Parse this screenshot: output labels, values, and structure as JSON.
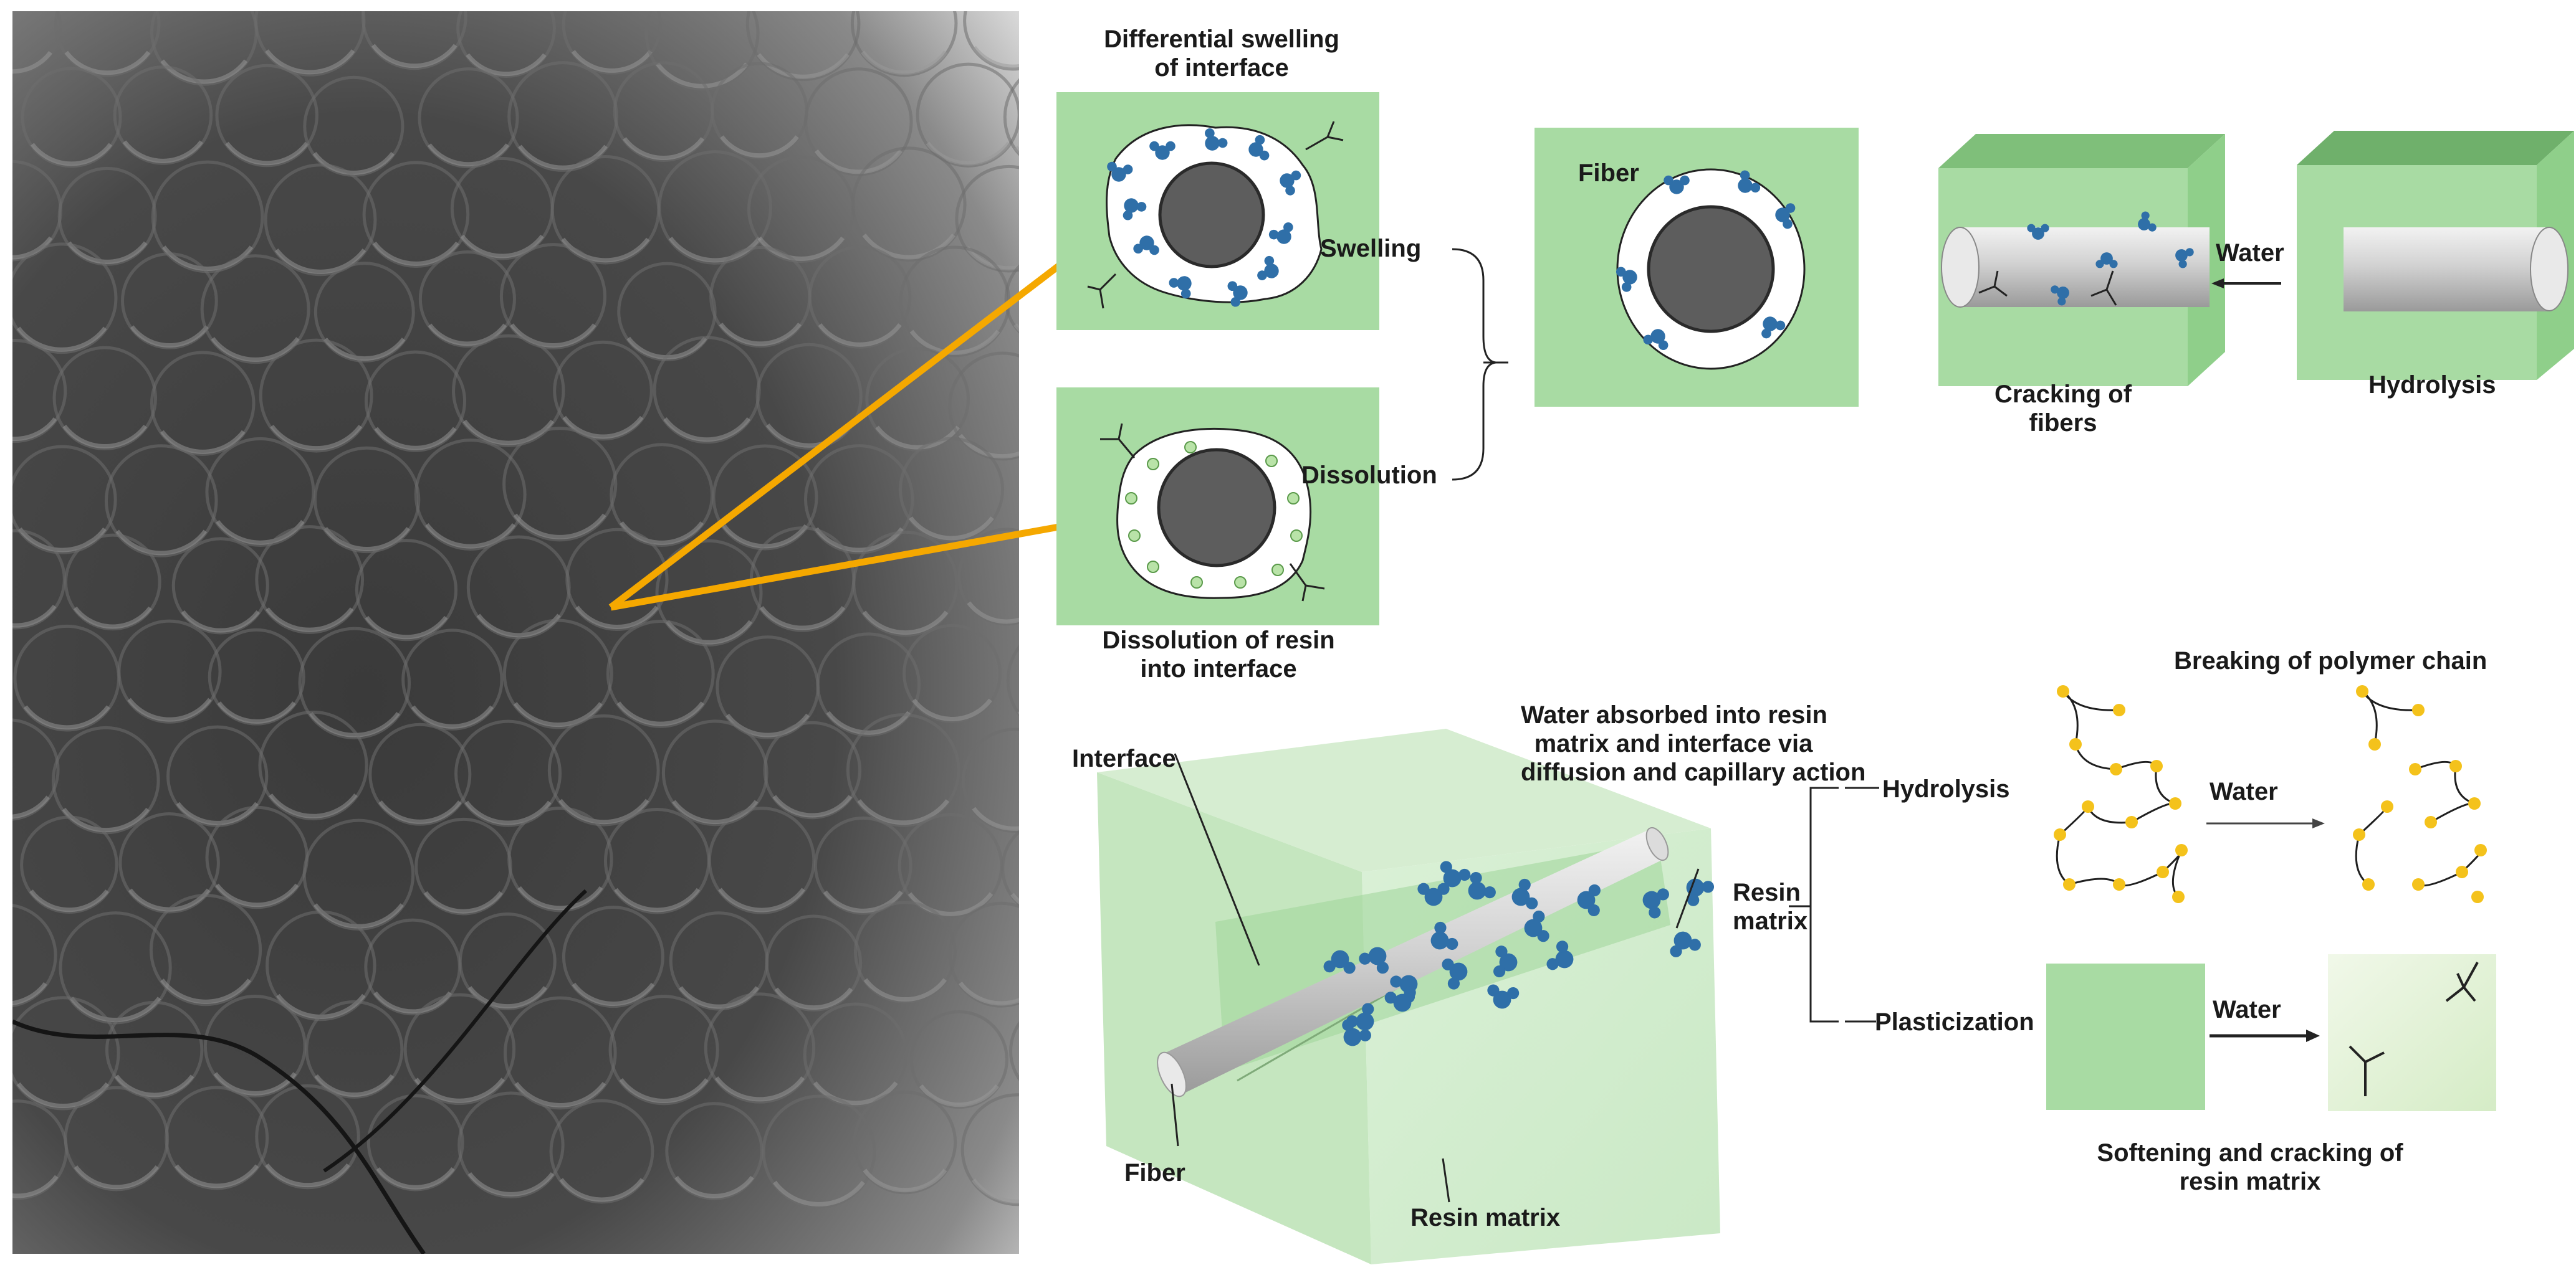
{
  "figure": {
    "labels": {
      "swelling_title_1": "Differential swelling",
      "swelling_title_2": "of interface",
      "swelling": "Swelling",
      "dissolution": "Dissolution",
      "dissolution_title_1": "Dissolution of resin",
      "dissolution_title_2": "into interface",
      "fiber_top": "Fiber",
      "water_top": "Water",
      "cracking_1": "Cracking of",
      "cracking_2": "fibers",
      "hydrolysis_top": "Hydrolysis",
      "water_absorbed_1": "Water absorbed into resin",
      "water_absorbed_2": "matrix and interface via",
      "water_absorbed_3": "diffusion and capillary action",
      "interface": "Interface",
      "fiber_bottom": "Fiber",
      "resin_matrix_bottom": "Resin matrix",
      "resin_1": "Resin",
      "resin_2": "matrix",
      "hydrolysis_bottom": "Hydrolysis",
      "plasticization": "Plasticization",
      "water_chain": "Water",
      "breaking_chain": "Breaking of polymer chain",
      "water_square": "Water",
      "softening_1": "Softening and cracking of",
      "softening_2": "resin matrix"
    },
    "colors": {
      "panel_green": "#a8dba3",
      "arrow_orange": "#f5a800",
      "water_blue": "#2f6fa8",
      "fiber_grey": "#5d5d5d",
      "chain_node": "#f4c21b"
    }
  }
}
